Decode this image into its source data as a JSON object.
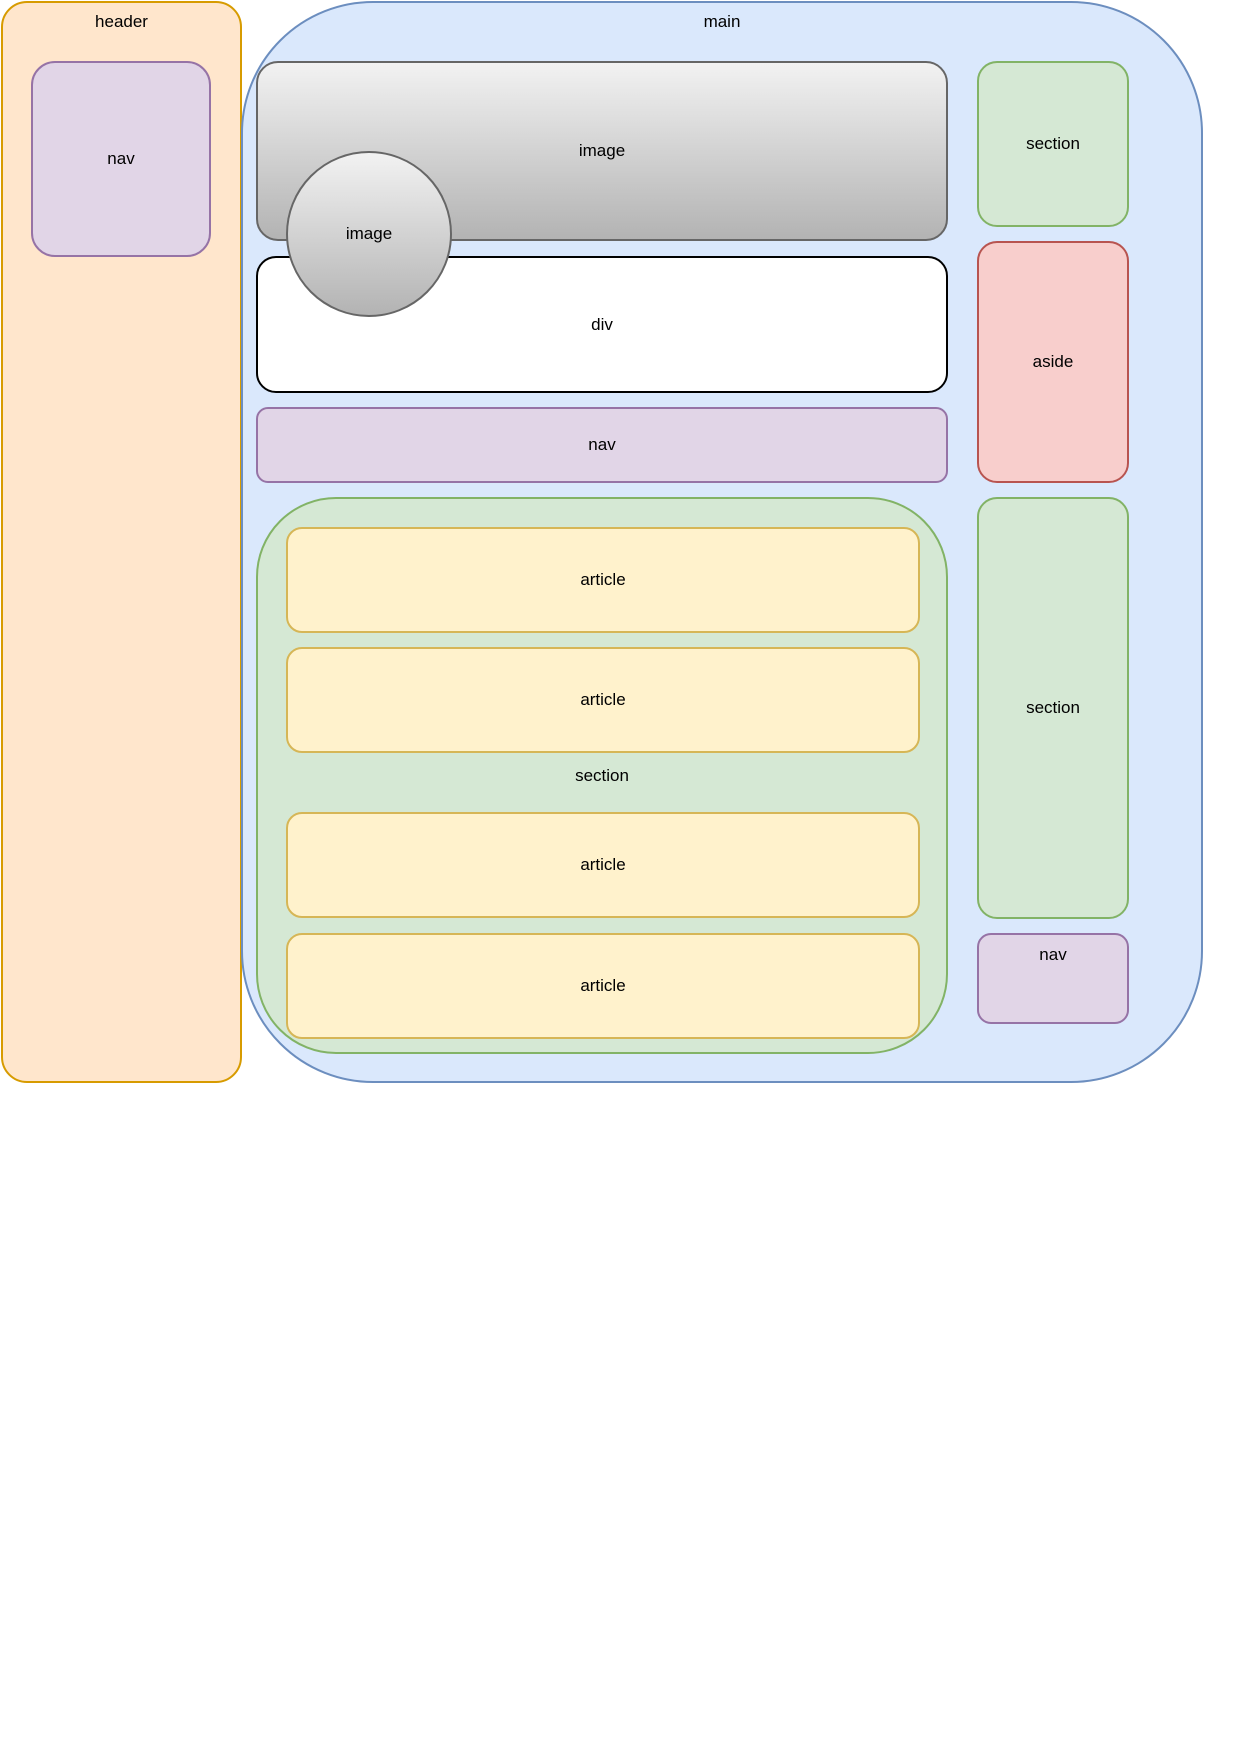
{
  "diagram": {
    "header": {
      "label": "header",
      "fill": "#ffe6cc",
      "stroke": "#d79b00",
      "nav": {
        "label": "nav",
        "fill": "#e1d5e7",
        "stroke": "#9673a6"
      }
    },
    "main": {
      "label": "main",
      "fill": "#dae8fc",
      "stroke": "#6c8ebf",
      "hero_image": {
        "label": "image",
        "fill_top": "#f2f2f2",
        "fill_bottom": "#b3b3b3",
        "stroke": "#666666"
      },
      "round_image": {
        "label": "image",
        "fill_top": "#f2f2f2",
        "fill_bottom": "#b3b3b3",
        "stroke": "#666666"
      },
      "div": {
        "label": "div",
        "fill": "#ffffff",
        "stroke": "#000000"
      },
      "nav_bar": {
        "label": "nav",
        "fill": "#e1d5e7",
        "stroke": "#9673a6"
      },
      "section": {
        "label": "section",
        "fill": "#d5e8d4",
        "stroke": "#82b366",
        "articles": [
          {
            "label": "article"
          },
          {
            "label": "article"
          },
          {
            "label": "article"
          },
          {
            "label": "article"
          }
        ],
        "article_fill": "#fff2cc",
        "article_stroke": "#d6b656"
      },
      "right_column": {
        "section_top": {
          "label": "section",
          "fill": "#d5e8d4",
          "stroke": "#82b366"
        },
        "aside": {
          "label": "aside",
          "fill": "#f8cecc",
          "stroke": "#b85450"
        },
        "section_bottom": {
          "label": "section",
          "fill": "#d5e8d4",
          "stroke": "#82b366"
        },
        "nav": {
          "label": "nav",
          "fill": "#e1d5e7",
          "stroke": "#9673a6"
        }
      }
    }
  }
}
